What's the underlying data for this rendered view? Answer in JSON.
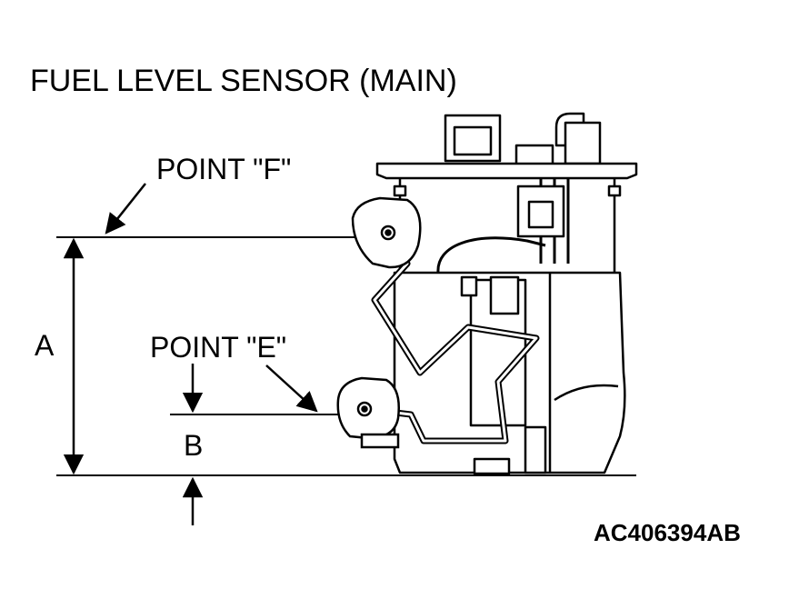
{
  "title": "FUEL LEVEL SENSOR (MAIN)",
  "point_f": "POINT \"F\"",
  "point_e": "POINT \"E\"",
  "dim_a": "A",
  "dim_b": "B",
  "figure_code": "AC406394AB",
  "colors": {
    "line": "#000000",
    "background": "#ffffff"
  }
}
